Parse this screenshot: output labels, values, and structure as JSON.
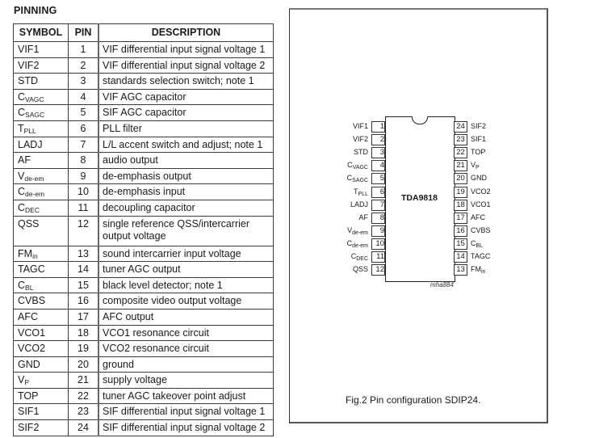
{
  "section": {
    "title": "PINNING"
  },
  "table": {
    "headers": {
      "symbol": "SYMBOL",
      "pin": "PIN",
      "description": "DESCRIPTION"
    },
    "rows": [
      {
        "sym": "VIF1",
        "sub": "",
        "pin": "1",
        "desc": "VIF differential input signal voltage 1"
      },
      {
        "sym": "VIF2",
        "sub": "",
        "pin": "2",
        "desc": "VIF differential input signal voltage 2"
      },
      {
        "sym": "STD",
        "sub": "",
        "pin": "3",
        "desc": "standards selection switch; note 1"
      },
      {
        "sym": "C",
        "sub": "VAGC",
        "pin": "4",
        "desc": "VIF AGC capacitor"
      },
      {
        "sym": "C",
        "sub": "SAGC",
        "pin": "5",
        "desc": "SIF AGC capacitor"
      },
      {
        "sym": "T",
        "sub": "PLL",
        "pin": "6",
        "desc": "PLL filter"
      },
      {
        "sym": "LADJ",
        "sub": "",
        "pin": "7",
        "desc": "L/L accent switch and adjust; note 1"
      },
      {
        "sym": "AF",
        "sub": "",
        "pin": "8",
        "desc": "audio output"
      },
      {
        "sym": "V",
        "sub": "de-em",
        "pin": "9",
        "desc": "de-emphasis output"
      },
      {
        "sym": "C",
        "sub": "de-em",
        "pin": "10",
        "desc": "de-emphasis input"
      },
      {
        "sym": "C",
        "sub": "DEC",
        "pin": "11",
        "desc": "decoupling capacitor"
      },
      {
        "sym": "QSS",
        "sub": "",
        "pin": "12",
        "desc": "single reference QSS/intercarrier",
        "desc2": "output voltage"
      },
      {
        "sym": "FM",
        "sub": "in",
        "pin": "13",
        "desc": "sound intercarrier input voltage"
      },
      {
        "sym": "TAGC",
        "sub": "",
        "pin": "14",
        "desc": "tuner AGC output"
      },
      {
        "sym": "C",
        "sub": "BL",
        "pin": "15",
        "desc": "black level detector; note 1"
      },
      {
        "sym": "CVBS",
        "sub": "",
        "pin": "16",
        "desc": "composite video output voltage"
      },
      {
        "sym": "AFC",
        "sub": "",
        "pin": "17",
        "desc": "AFC output"
      },
      {
        "sym": "VCO1",
        "sub": "",
        "pin": "18",
        "desc": "VCO1 resonance circuit"
      },
      {
        "sym": "VCO2",
        "sub": "",
        "pin": "19",
        "desc": "VCO2 resonance circuit"
      },
      {
        "sym": "GND",
        "sub": "",
        "pin": "20",
        "desc": "ground"
      },
      {
        "sym": "V",
        "sub": "P",
        "pin": "21",
        "desc": "supply voltage"
      },
      {
        "sym": "TOP",
        "sub": "",
        "pin": "22",
        "desc": "tuner AGC takeover point adjust"
      },
      {
        "sym": "SIF1",
        "sub": "",
        "pin": "23",
        "desc": "SIF differential input signal voltage 1"
      },
      {
        "sym": "SIF2",
        "sub": "",
        "pin": "24",
        "desc": "SIF differential input signal voltage 2"
      }
    ]
  },
  "figure": {
    "chip_name": "TDA9818",
    "code": "mha884",
    "caption": "Fig.2  Pin configuration SDIP24.",
    "left_pins": [
      {
        "num": "1",
        "sym": "VIF1",
        "sub": ""
      },
      {
        "num": "2",
        "sym": "VIF2",
        "sub": ""
      },
      {
        "num": "3",
        "sym": "STD",
        "sub": ""
      },
      {
        "num": "4",
        "sym": "C",
        "sub": "VAGC"
      },
      {
        "num": "5",
        "sym": "C",
        "sub": "SAGC"
      },
      {
        "num": "6",
        "sym": "T",
        "sub": "PLL"
      },
      {
        "num": "7",
        "sym": "LADJ",
        "sub": ""
      },
      {
        "num": "8",
        "sym": "AF",
        "sub": ""
      },
      {
        "num": "9",
        "sym": "V",
        "sub": "de-em"
      },
      {
        "num": "10",
        "sym": "C",
        "sub": "de-em"
      },
      {
        "num": "11",
        "sym": "C",
        "sub": "DEC"
      },
      {
        "num": "12",
        "sym": "QSS",
        "sub": ""
      }
    ],
    "right_pins": [
      {
        "num": "24",
        "sym": "SIF2",
        "sub": ""
      },
      {
        "num": "23",
        "sym": "SIF1",
        "sub": ""
      },
      {
        "num": "22",
        "sym": "TOP",
        "sub": ""
      },
      {
        "num": "21",
        "sym": "V",
        "sub": "P"
      },
      {
        "num": "20",
        "sym": "GND",
        "sub": ""
      },
      {
        "num": "19",
        "sym": "VCO2",
        "sub": ""
      },
      {
        "num": "18",
        "sym": "VCO1",
        "sub": ""
      },
      {
        "num": "17",
        "sym": "AFC",
        "sub": ""
      },
      {
        "num": "16",
        "sym": "CVBS",
        "sub": ""
      },
      {
        "num": "15",
        "sym": "C",
        "sub": "BL"
      },
      {
        "num": "14",
        "sym": "TAGC",
        "sub": ""
      },
      {
        "num": "13",
        "sym": "FM",
        "sub": "in"
      }
    ]
  }
}
